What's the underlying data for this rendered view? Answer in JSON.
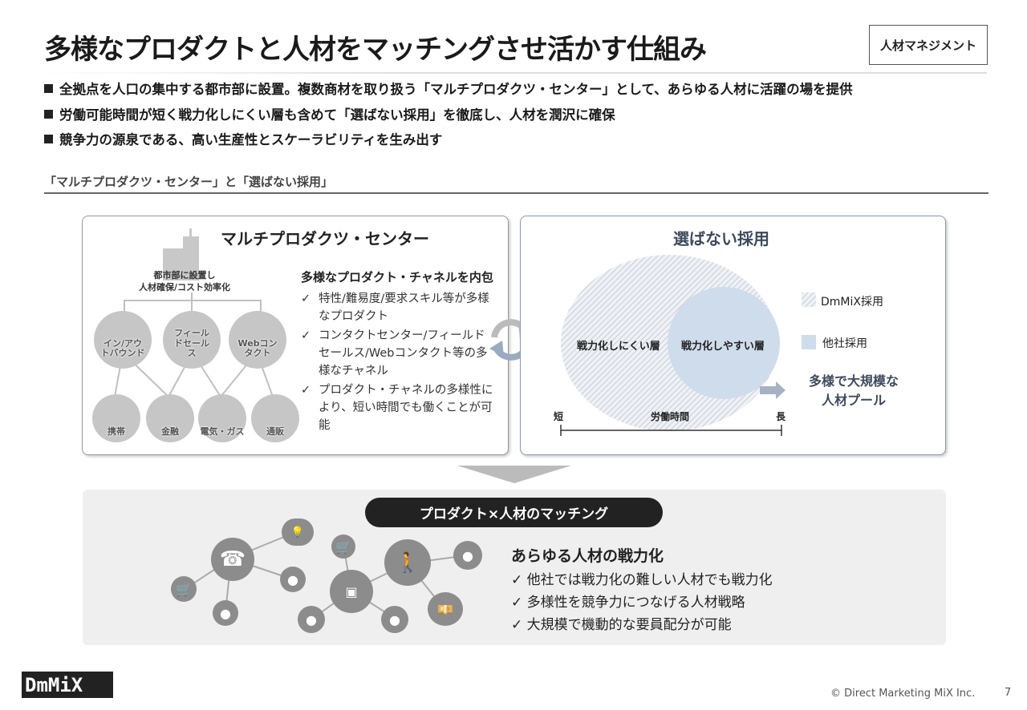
{
  "header": {
    "title": "多様なプロダクトと人材をマッチングさせ活かす仕組み",
    "badge": "人材マネジメント"
  },
  "bullets": [
    "全拠点を人口の集中する都市部に設置。複数商材を取り扱う「マルチプロダクツ・センター」として、あらゆる人材に活躍の場を提供",
    "労働可能時間が短く戦力化しにくい層も含めて「選ばない採用」を徹底し、人材を潤沢に確保",
    "競争力の源泉である、高い生産性とスケーラビリティを生み出す"
  ],
  "section_title": "「マルチプロダクツ・センター」と「選ばない採用」",
  "left_panel": {
    "title": "マルチプロダクツ・センター",
    "building_caption": [
      "都市部に設置し",
      "人材確保/コスト効率化"
    ],
    "channels": [
      "イン/アウトバウンド",
      "フィールドセールス",
      "Webコンタクト"
    ],
    "products": [
      "携帯",
      "金融",
      "電気・ガス",
      "通販"
    ],
    "heading": "多様なプロダクト・チャネルを内包",
    "checks": [
      "特性/難易度/要求スキル等が多様なプロダクト",
      "コンタクトセンター/フィールドセールス/Webコンタクト等の多様なチャネル",
      "プロダクト・チャネルの多様性により、短い時間でも働くことが可能"
    ]
  },
  "right_panel": {
    "title": "選ばない採用",
    "outer_label": "戦力化しにくい層",
    "inner_label": "戦力化しやすい層",
    "legend": [
      "DmMiX採用",
      "他社採用"
    ],
    "axis_short": "短",
    "axis_label": "労働時間",
    "axis_long": "長",
    "result": [
      "多様で大規模な",
      "人材プール"
    ]
  },
  "bottom": {
    "pill": "プロダクト×人材のマッチング",
    "heading": "あらゆる人材の戦力化",
    "checks": [
      "✓ 他社では戦力化の難しい人材でも戦力化",
      "✓ 多様性を競争力につなげる人材戦略",
      "✓ 大規模で機動的な要員配分が可能"
    ]
  },
  "footer": {
    "logo": "DmMiX",
    "copyright": "© Direct Marketing MiX Inc.",
    "page": "7"
  },
  "colors": {
    "accent": "#3d4a5c",
    "light_blue": "#cfdcec"
  }
}
